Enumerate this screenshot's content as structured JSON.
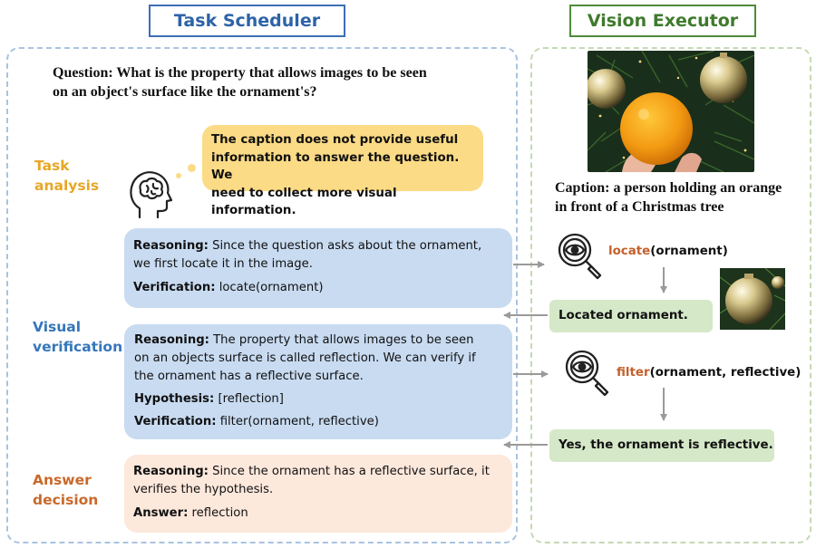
{
  "headers": {
    "task_scheduler": "Task Scheduler",
    "vision_executor": "Vision Executor"
  },
  "question": {
    "line1": "Question: What is the property that allows images to be seen",
    "line2": "on an object's surface like the ornament's?"
  },
  "labels": {
    "task_line1": "Task",
    "task_line2": "analysis",
    "visual_line1": "Visual",
    "visual_line2": "verification",
    "answer_line1": "Answer",
    "answer_line2": "decision"
  },
  "thought": {
    "line1": "The caption does not provide useful",
    "line2": "information to answer the question. We",
    "line3": "need to collect more visual information."
  },
  "step1": {
    "reasoning_label": "Reasoning:",
    "reasoning_l1": " Since the question asks about the ornament,",
    "reasoning_l2": "we first locate it in the image.",
    "verification_label": "Verification:",
    "verification_value": " locate(ornament)"
  },
  "step2": {
    "reasoning_label": "Reasoning:",
    "reasoning_l1": " The property that allows images to be seen",
    "reasoning_l2": "on an objects surface is called reflection. We can verify if",
    "reasoning_l3": "the ornament has a reflective surface.",
    "hypothesis_label": "Hypothesis:",
    "hypothesis_value": " [reflection]",
    "verification_label": "Verification:",
    "verification_value": " filter(ornament, reflective)"
  },
  "answer": {
    "reasoning_label": "Reasoning:",
    "reasoning_l1": " Since the ornament has a reflective surface, it",
    "reasoning_l2": "verifies the hypothesis.",
    "answer_label": "Answer:",
    "answer_value": " reflection"
  },
  "caption": {
    "line1": "Caption: a person holding an orange",
    "line2": "in front of a Christmas tree"
  },
  "ops": {
    "locate_fn": "locate",
    "locate_args": "(ornament)",
    "filter_fn": "filter",
    "filter_args": "(ornament, reflective)"
  },
  "results": {
    "located": "Located ornament.",
    "reflective": "Yes, the ornament is reflective."
  },
  "colors": {
    "task_blue": "#2d63a8",
    "vision_green": "#3f7a2d",
    "task_analysis": "#e6a727",
    "visual_verification": "#3576bb",
    "answer_decision": "#c9692a",
    "function_orange": "#c5602b"
  },
  "icons": {
    "brain": "brain-head-icon",
    "eye_magnifier": "eye-magnifier-icon"
  }
}
